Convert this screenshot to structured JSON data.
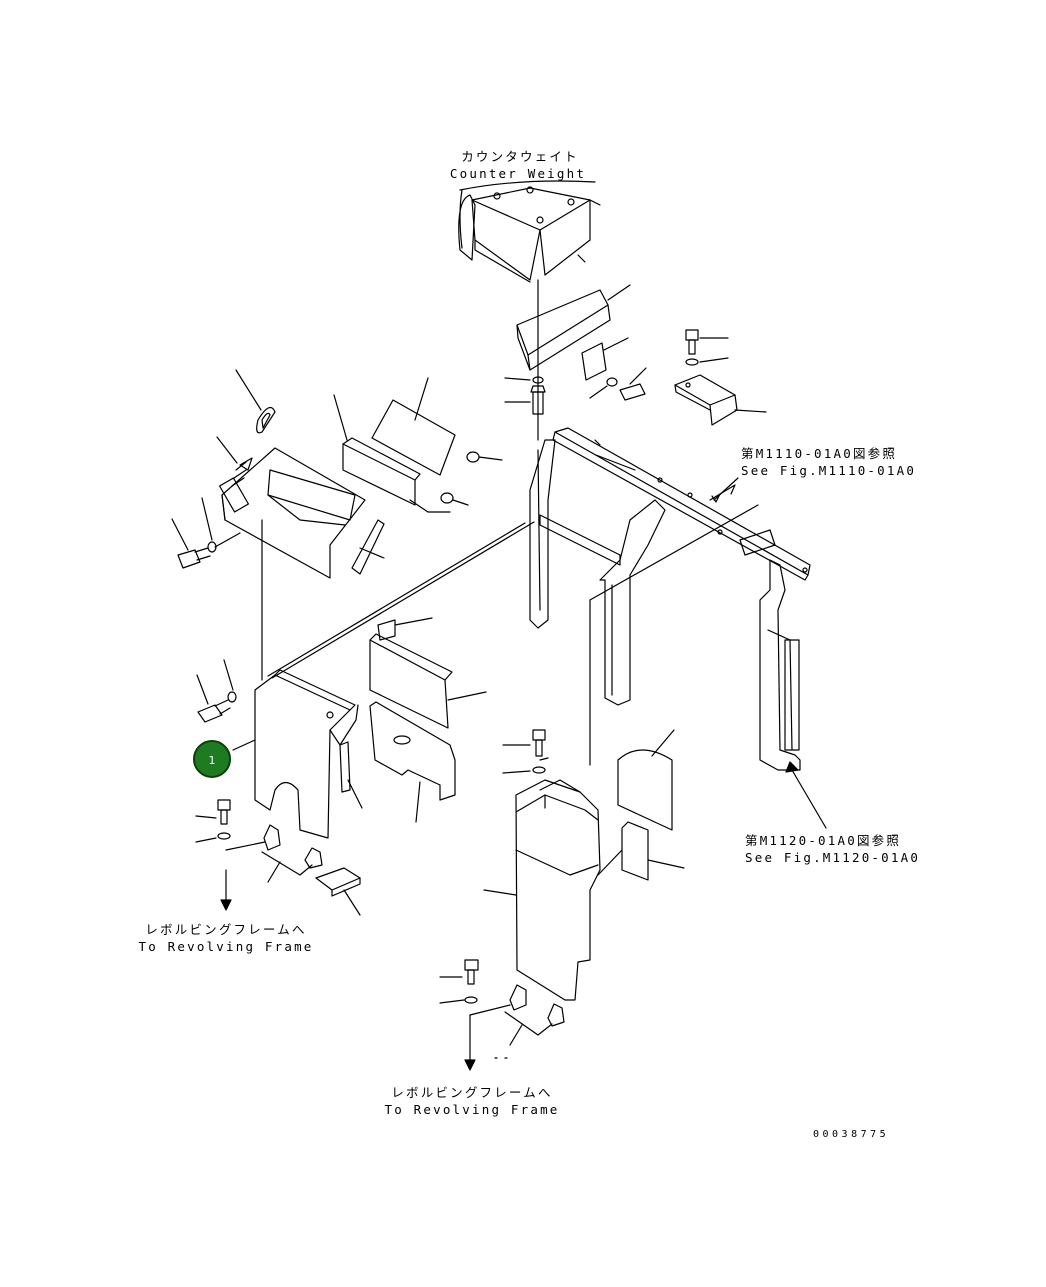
{
  "labels": {
    "counter_weight_jp": "カウンタウェイト",
    "counter_weight_en": "Counter Weight",
    "see_fig_1_jp": "第M1110-01A0図参照",
    "see_fig_1_en": "See Fig.M1110-01A0",
    "see_fig_2_jp": "第M1120-01A0図参照",
    "see_fig_2_en": "See Fig.M1120-01A0",
    "revolving_left_jp": "レボルビングフレームへ",
    "revolving_left_en": "To Revolving Frame",
    "revolving_bottom_jp": "レボルビングフレームへ",
    "revolving_bottom_en": "To Revolving Frame"
  },
  "callout": {
    "number": "1",
    "color": "#1e7b20"
  },
  "part_number": "00038775"
}
